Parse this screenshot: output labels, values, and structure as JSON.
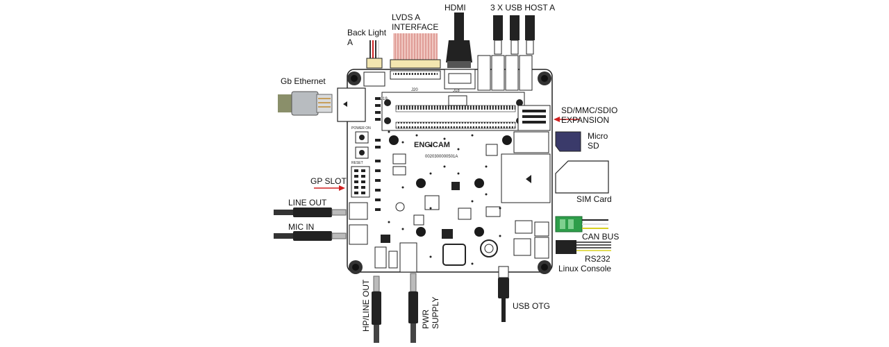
{
  "labels": {
    "backlight_line1": "Back Light",
    "backlight_line2": "A",
    "lvds_line1": "LVDS A",
    "lvds_line2": "INTERFACE",
    "hdmi": "HDMI",
    "usb_host": "3 X USB HOST A",
    "gb_ethernet": "Gb Ethernet",
    "sd_line1": "SD/MMC/SDIO",
    "sd_line2": "EXPANSION",
    "microsd_line1": "Micro",
    "microsd_line2": "SD",
    "sim_card": "SIM Card",
    "gp_slot": "GP SLOT",
    "line_out": "LINE OUT",
    "mic_in": "MIC IN",
    "can_bus": "CAN BUS",
    "rs232": "RS232",
    "linux_console": "Linux Console",
    "hp_line_out": "HP/LINE OUT",
    "pwr_line1": "PWR",
    "pwr_line2": "SUPPLY",
    "usb_otg": "USB OTG"
  },
  "board": {
    "logo": "ENGICAM",
    "part_number": "0020300000501A",
    "silk_j20": "J20",
    "silk_j19": "J19",
    "silk_j18": "J18",
    "silk_reset": "RESET",
    "silk_power_on": "POWER ON"
  },
  "colors": {
    "arrow": "#d02020",
    "can_green": "#2e9e4a",
    "lvds_cable": "#e3a6a0",
    "lvds_connector": "#f3e6b0",
    "board_line": "#222222"
  }
}
